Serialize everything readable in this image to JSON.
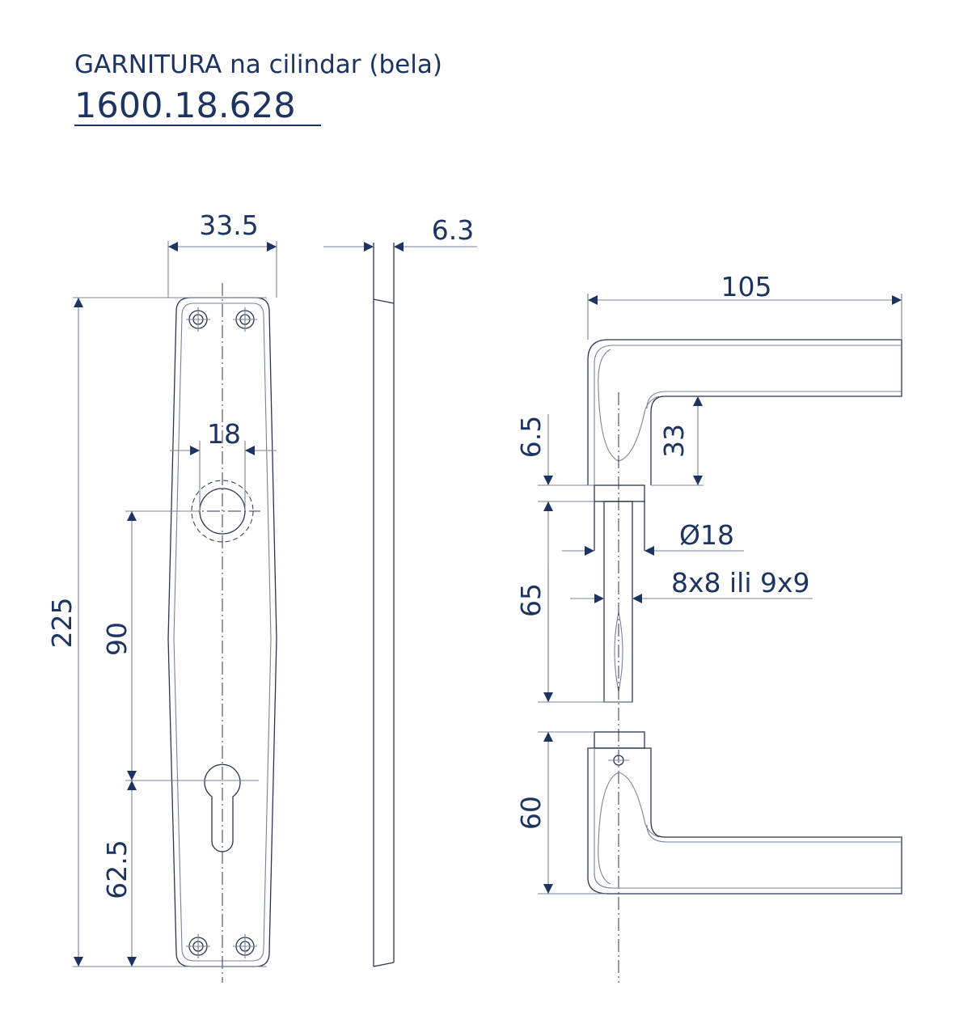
{
  "header": {
    "title": "GARNITURA na cilindar (bela)",
    "code": "1600.18.628"
  },
  "colors": {
    "accent": "#1d3461"
  },
  "dimensions": {
    "plate_width": "33.5",
    "plate_thickness": "6.3",
    "plate_height": "225",
    "spindle_to_cylinder": "90",
    "cylinder_to_bottom": "62.5",
    "rose_diameter_top": "18",
    "lever_length": "105",
    "lever_height": "33",
    "rose_height": "6.5",
    "spindle_length": "65",
    "rose_diameter": "Ø18",
    "spindle_square": "8x8 ili 9x9",
    "lower_handle_height": "60"
  }
}
